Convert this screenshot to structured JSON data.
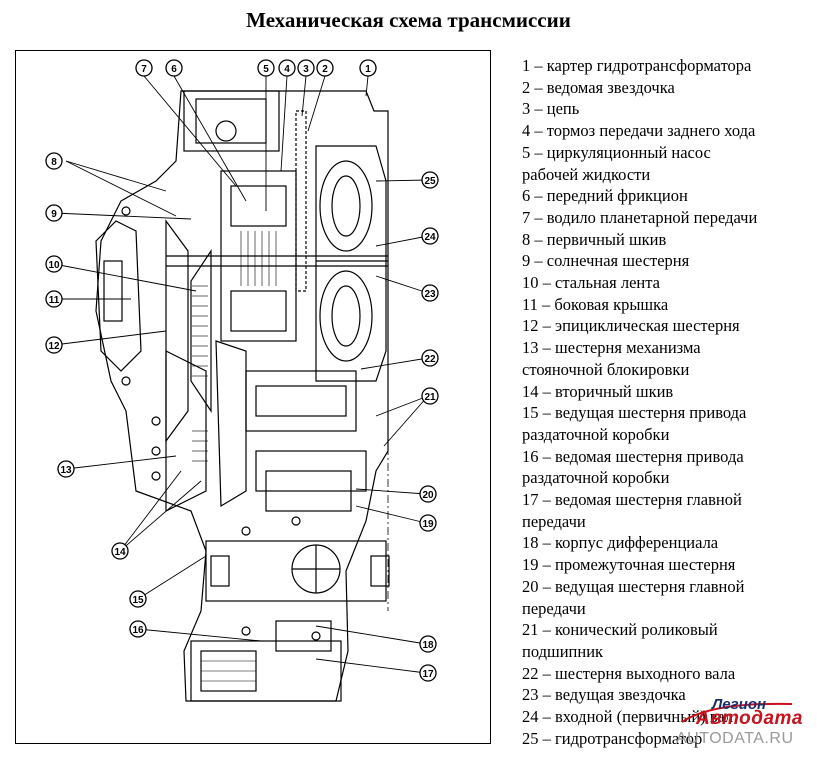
{
  "title": "Механическая схема трансмиссии",
  "legend": [
    "1 – картер гидротрансформатора",
    "2 – ведомая звездочка",
    "3 – цепь",
    "4 – тормоз передачи заднего хода",
    "5 – циркуляционный насос",
    "рабочей жидкости",
    "6 – передний фрикцион",
    "7 – водило планетарной передачи",
    "8 – первичный шкив",
    "9 – солнечная шестерня",
    "10 – стальная лента",
    "11 – боковая крышка",
    "12 – эпициклическая  шестерня",
    "13 – шестерня механизма",
    "стояночной блокировки",
    "14 – вторичный шкив",
    "15 – ведущая шестерня привода",
    "раздаточной коробки",
    "16 – ведомая шестерня привода",
    "раздаточной коробки",
    "17 – ведомая шестерня  главной",
    "передачи",
    "18 – корпус дифференциала",
    "19 – промежуточная шестерня",
    "20 – ведущая шестерня главной",
    "передачи",
    "21 – конический  роликовый",
    "подшипник",
    "22 – шестерня выходного вала",
    "23 – ведущая звездочка",
    "24 – входной (первичный) вал",
    "25 – гидротрансформатор"
  ],
  "callouts": [
    "1",
    "2",
    "3",
    "4",
    "5",
    "6",
    "7",
    "8",
    "9",
    "10",
    "11",
    "12",
    "13",
    "14",
    "15",
    "16",
    "17",
    "18",
    "19",
    "20",
    "21",
    "22",
    "23",
    "24",
    "25"
  ],
  "watermark": {
    "line1": "Легион",
    "line2": "Автодата",
    "line3": "AUTODATA.RU",
    "colors": {
      "line1": "#1a2f6b",
      "line2": "#c8121c",
      "line3": "#9a9a9a"
    }
  }
}
